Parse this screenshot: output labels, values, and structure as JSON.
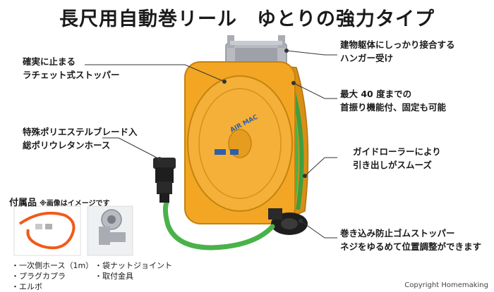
{
  "title": "長尺用自動巻リール　ゆとりの強力タイプ",
  "callouts": {
    "stopper_top": [
      "確実に止まる",
      "ラチェット式ストッパー"
    ],
    "hose": [
      "特殊ポリエステルブレード入",
      "総ポリウレタンホース"
    ],
    "hanger": [
      "建物躯体にしっかり接合する",
      "ハンガー受け"
    ],
    "swivel": [
      "最大 40 度までの",
      "首振り機能付、固定も可能"
    ],
    "guide": [
      "ガイドローラーにより",
      "引き出しがスムーズ"
    ],
    "rubber_stopper": [
      "巻き込み防止ゴムストッパー",
      "ネジをゆるめて位置調整ができます"
    ]
  },
  "accessories": {
    "title": "付属品",
    "note": "※画像はイメージです",
    "col1": [
      "・一次側ホース（1m）",
      "・プラグカプラ",
      "・エルボ"
    ],
    "col2": [
      "・袋ナットジョイント",
      "・取付金具"
    ]
  },
  "reel_logo": "AIR MAC",
  "copyright": "Copyright Homemaking",
  "colors": {
    "reel_body": "#f2a623",
    "hose": "#4ab24a",
    "hanger": "#b8bcc2",
    "nozzle": "#2a2a2a",
    "accessory_hose": "#f05a1a"
  }
}
